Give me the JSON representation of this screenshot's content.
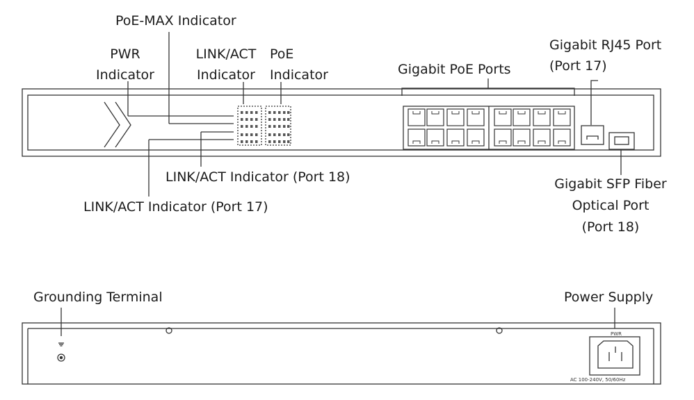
{
  "front_labels": {
    "poe_max": "PoE-MAX Indicator",
    "pwr_1": "PWR",
    "pwr_2": "Indicator",
    "link_act_1": "LINK/ACT",
    "link_act_2": "Indicator",
    "poe_1": "PoE",
    "poe_2": "Indicator",
    "gigabit_poe_ports": "Gigabit PoE Ports",
    "rj45_1": "Gigabit RJ45 Port",
    "rj45_2": "(Port 17)",
    "link_act_18": "LINK/ACT Indicator (Port 18)",
    "link_act_17": "LINK/ACT Indicator (Port 17)",
    "sfp_1": "Gigabit SFP Fiber",
    "sfp_2": "Optical Port",
    "sfp_3": "(Port 18)"
  },
  "rear_labels": {
    "grounding_terminal": "Grounding Terminal",
    "power_supply": "Power Supply",
    "pwr_mark": "PWR",
    "ac_rating": "AC 100-240V, 50/60Hz"
  },
  "colors": {
    "line": "#333333",
    "panel_fill": "#ffffff",
    "port_fill": "#f2f2f2"
  }
}
